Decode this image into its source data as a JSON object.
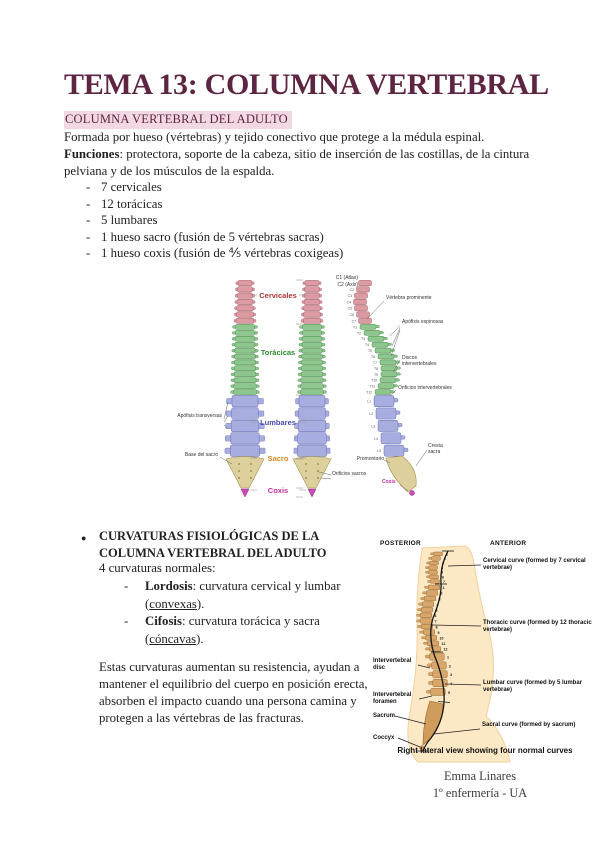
{
  "page": {
    "title": "TEMA 13: COLUMNA VERTEBRAL"
  },
  "theme": {
    "title_color": "#5e2543",
    "highlight_color": "#f2d8e2",
    "text_color": "#212121"
  },
  "adulto": {
    "heading": "COLUMNA VERTEBRAL DEL ADULTO",
    "intro": "Formada por hueso (vértebras) y tejido conectivo que protege a la médula espinal.",
    "funciones_label": "Funciones",
    "funciones_text": ": protectora, soporte de la cabeza, sitio de inserción de las costillas, de la cintura pelviana y de los músculos de la espalda.",
    "items": [
      "7 cervicales",
      "12 torácicas",
      "5 lumbares",
      "1 hueso sacro (fusión de 5 vértebras sacras)",
      "1 hueso coxis (fusión de ⅘ vértebras coxigeas)"
    ]
  },
  "figure1": {
    "regions": [
      {
        "label": "Cervicales",
        "color": "#b13434"
      },
      {
        "label": "Torácicas",
        "color": "#2e8b2e"
      },
      {
        "label": "Lumbares",
        "color": "#4747ad"
      },
      {
        "label": "Sacro",
        "color": "#d08a1f"
      },
      {
        "label": "Coxis",
        "color": "#c52ba0"
      }
    ],
    "left_labels": [
      "Apófisis transversas",
      "Base del sacro"
    ],
    "right_labels": [
      "C1 (Atlas)",
      "C2 (Axis)",
      "Vértebra prominente",
      "Apófisis espinosas",
      "Discos intervertebrales",
      "Orificios intervertebrales",
      "Cresta sacra",
      "Promontorio",
      "Orificios sacros",
      "Coxis"
    ],
    "level_labels": [
      "C2",
      "C3",
      "C4",
      "C5",
      "C6",
      "C7",
      "T1",
      "T2",
      "T3",
      "T4",
      "T5",
      "T6",
      "T7",
      "T8",
      "T9",
      "T10",
      "T11",
      "T12",
      "L1",
      "L2",
      "L3",
      "L4",
      "L5"
    ]
  },
  "curvaturas": {
    "heading": "CURVATURAS FISIOLÓGICAS DE LA COLUMNA VERTEBRAL DEL ADULTO",
    "subheading": "4 curvaturas normales:",
    "items": [
      {
        "term": "Lordosis",
        "desc": ": curvatura cervical y lumbar",
        "open": "(",
        "underlined": "convexas",
        "close": ")."
      },
      {
        "term": "Cifosis",
        "desc": ": curvatura torácica y sacra",
        "open": "(",
        "underlined": "cóncavas",
        "close": ")."
      }
    ],
    "paragraph": "Estas curvaturas aumentan su resistencia, ayudan a mantener el equilibrio del cuerpo en posición erecta, absorben el impacto cuando una persona camina y protegen a las vértebras de las fracturas."
  },
  "figure2": {
    "posterior": "POSTERIOR",
    "anterior": "ANTERIOR",
    "curve_labels": [
      "Cervical curve (formed by 7 cervical vertebrae)",
      "Thoracic curve (formed by 12 thoracic vertebrae)",
      "Lumbar curve (formed by 5 lumbar vertebrae)",
      "Sacral curve (formed by sacrum)"
    ],
    "part_labels": [
      "Intervertebral disc",
      "Intervertebral foramen",
      "Sacrum",
      "Coccyx"
    ],
    "cervical_numbers": [
      "1",
      "2",
      "3",
      "4",
      "5",
      "6",
      "7"
    ],
    "thoracic_numbers": [
      "1",
      "2",
      "3",
      "4",
      "5",
      "6",
      "7",
      "8",
      "9",
      "10",
      "11",
      "12"
    ],
    "lumbar_numbers": [
      "1",
      "2",
      "3",
      "4",
      "5"
    ],
    "caption": "Right lateral view showing four normal curves"
  },
  "footer": {
    "name": "Emma Linares",
    "course": "1º enfermería - UA"
  }
}
